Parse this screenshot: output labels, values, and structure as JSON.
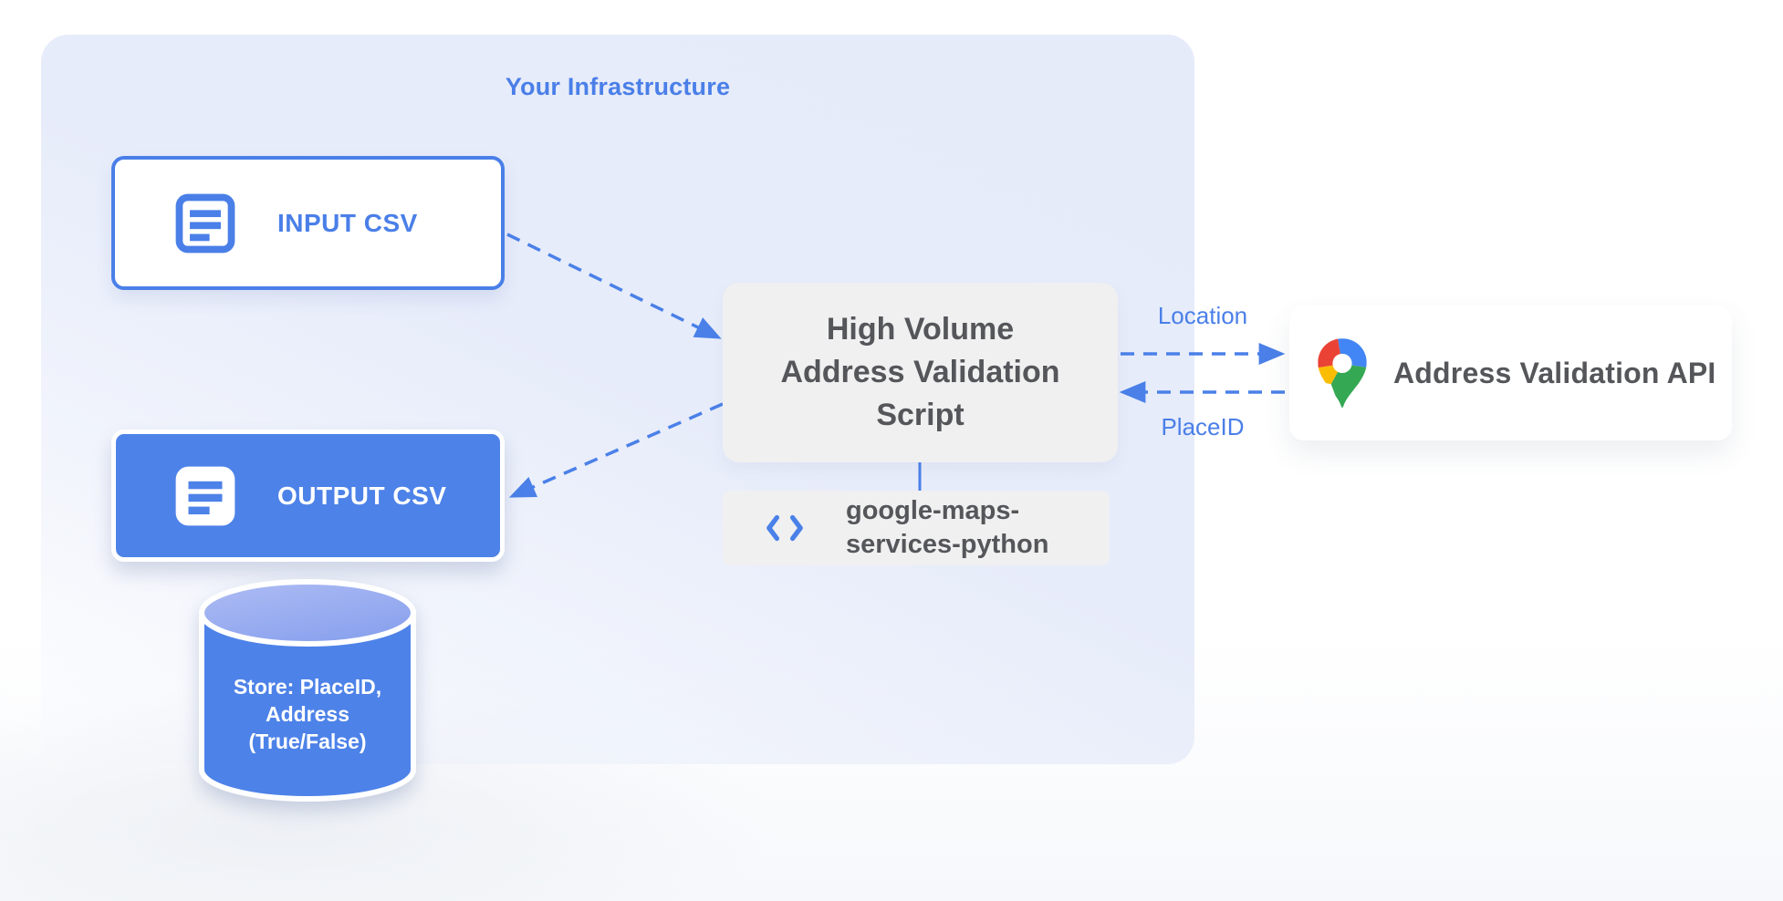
{
  "infrastructure": {
    "title": "Your Infrastructure"
  },
  "nodes": {
    "input_csv": {
      "label": "INPUT CSV",
      "icon": "document-lines-icon"
    },
    "output_csv": {
      "label": "OUTPUT CSV",
      "icon": "document-lines-icon"
    },
    "datastore": {
      "label": "Store: PlaceID,\nAddress\n(True/False)",
      "shape": "database-cylinder"
    },
    "script": {
      "label": "High Volume\nAddress Validation\nScript"
    },
    "library": {
      "label": "google-maps-\nservices-python",
      "icon": "code-brackets-icon"
    },
    "api": {
      "label": "Address Validation API",
      "icon": "google-maps-pin-icon"
    }
  },
  "edges": {
    "location_label": "Location",
    "placeid_label": "PlaceID"
  },
  "colors": {
    "accent_blue": "#4a80e8",
    "container_fill": "#e6ebfa",
    "node_fill_blue": "#4d82e8",
    "cylinder_top_fill": "#93a9ef",
    "box_gray": "#f0f0f1",
    "text_dark_gray": "#55565a",
    "maps_pin_red": "#ea4335",
    "maps_pin_blue": "#4285f4",
    "maps_pin_yellow": "#fbbc04",
    "maps_pin_green": "#34a853"
  }
}
